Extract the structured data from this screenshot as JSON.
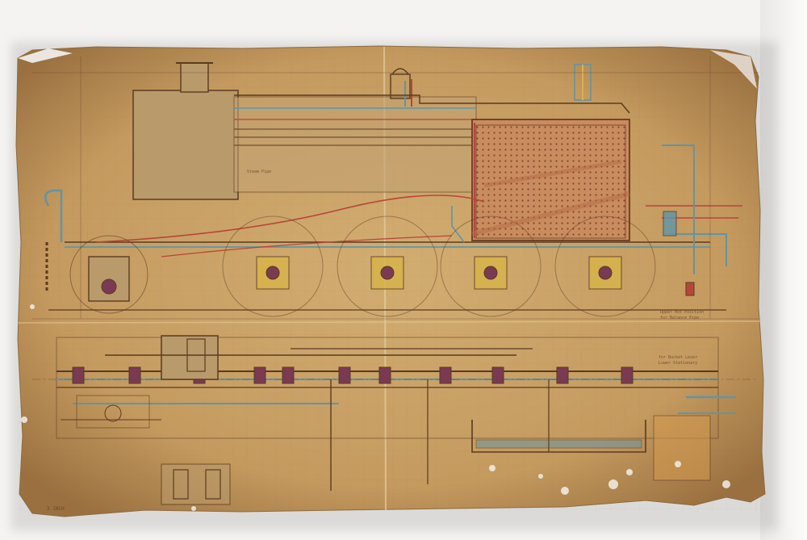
{
  "drawing": {
    "subject": "locomotive general arrangement",
    "views": [
      "elevation",
      "plan"
    ],
    "title_block": "",
    "bottom_caption": "",
    "notes": [
      "Upper Hot Position",
      "for Balance Pipe",
      "for Bucket Lever",
      "Lower Stationary",
      "Steam Pipe"
    ],
    "corner_note": "3 INCH"
  },
  "colors": {
    "paper": "#c9a26a",
    "paper_dark": "#9c7442",
    "ink": "#5b3a22",
    "blue": "#5f95a8",
    "red": "#b8453a",
    "yellow": "#d8b34a",
    "brick": "#b56a45"
  }
}
